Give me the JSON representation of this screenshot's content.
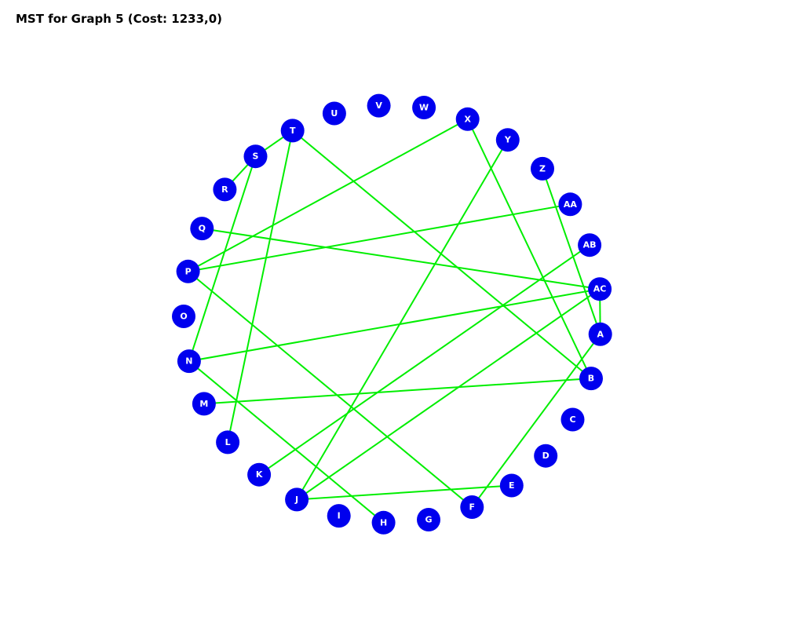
{
  "title": "MST for Graph 5 (Cost: 1233,0)",
  "colors": {
    "node_fill": "#0000ee",
    "node_label": "#ffffff",
    "edge": "#00ee00"
  },
  "graph": {
    "nodes": [
      "A",
      "B",
      "C",
      "D",
      "E",
      "F",
      "G",
      "H",
      "I",
      "J",
      "K",
      "L",
      "M",
      "N",
      "O",
      "P",
      "Q",
      "R",
      "S",
      "T",
      "U",
      "V",
      "W",
      "X",
      "Y",
      "Z",
      "AA",
      "AB",
      "AC"
    ],
    "edges": [
      [
        "AC",
        "N"
      ],
      [
        "AC",
        "Q"
      ],
      [
        "AC",
        "J"
      ],
      [
        "AC",
        "A"
      ],
      [
        "AB",
        "K"
      ],
      [
        "AA",
        "P"
      ],
      [
        "Z",
        "A"
      ],
      [
        "Y",
        "J"
      ],
      [
        "X",
        "P"
      ],
      [
        "X",
        "B"
      ],
      [
        "T",
        "B"
      ],
      [
        "T",
        "S"
      ],
      [
        "T",
        "L"
      ],
      [
        "S",
        "R"
      ],
      [
        "S",
        "N"
      ],
      [
        "P",
        "F"
      ],
      [
        "N",
        "H"
      ],
      [
        "M",
        "B"
      ],
      [
        "J",
        "E"
      ],
      [
        "A",
        "F"
      ]
    ]
  }
}
